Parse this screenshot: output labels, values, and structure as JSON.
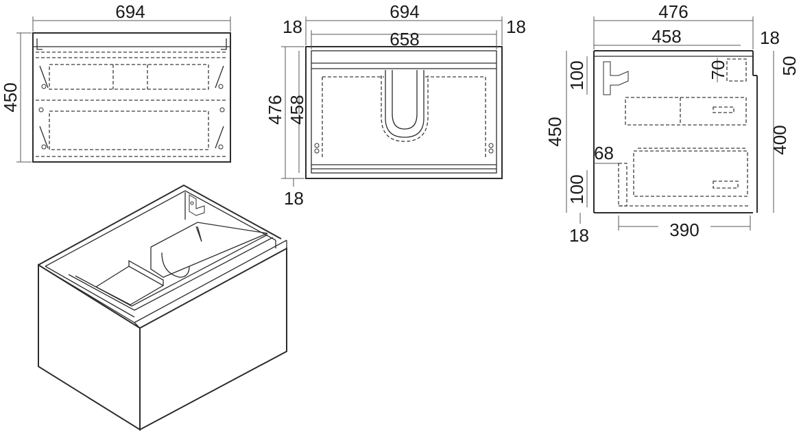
{
  "front_view": {
    "width_label": "694",
    "height_label": "450"
  },
  "top_view": {
    "outer_width_label": "694",
    "inner_width_label": "658",
    "panel_left_label": "18",
    "panel_right_label": "18",
    "depth_label": "476",
    "inner_depth_label": "458",
    "bottom_panel_label": "18"
  },
  "side_view": {
    "outer_depth_label": "476",
    "inner_depth_label": "458",
    "back_panel_label": "18",
    "height_label": "450",
    "top_gap_label": "50",
    "front_height_label": "400",
    "bracket_offset_label": "100",
    "rail_height_label": "70",
    "bottom_offset_label": "100",
    "runner_offset_label": "68",
    "bottom_panel_label": "18",
    "drawer_depth_label": "390"
  },
  "colors": {
    "line": "#2b2b2b",
    "text": "#1a1a1a",
    "background": "#ffffff"
  }
}
